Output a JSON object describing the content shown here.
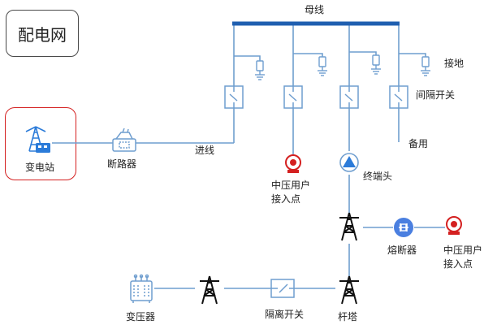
{
  "title": "配电网",
  "colors": {
    "line": "#6f9ecf",
    "busbar": "#1f5fb0",
    "accent": "#2b7bd9",
    "red": "#d42020",
    "tower": "#111111"
  },
  "labels": {
    "busbar": "母线",
    "ground": "接地",
    "isolating_switch": "间隔开关",
    "spare": "备用",
    "terminal": "终端头",
    "mv_user_1_line1": "中压用户",
    "mv_user_1_line2": "接入点",
    "mv_user_2_line1": "中压用户",
    "mv_user_2_line2": "接入点",
    "incoming_line": "进线",
    "substation": "变电站",
    "breaker": "断路器",
    "fuse": "熔断器",
    "pole": "杆塔",
    "disconnect_switch": "隔离开关",
    "transformer": "变压器"
  },
  "icons": {
    "substation": "substation-icon",
    "breaker": "circuit-breaker-icon",
    "switch": "switch-icon",
    "ground": "ground-icon",
    "terminal": "cable-terminal-icon",
    "user": "user-access-point-icon",
    "fuse": "fuse-icon",
    "tower": "transmission-tower-icon",
    "transformer": "transformer-icon"
  }
}
